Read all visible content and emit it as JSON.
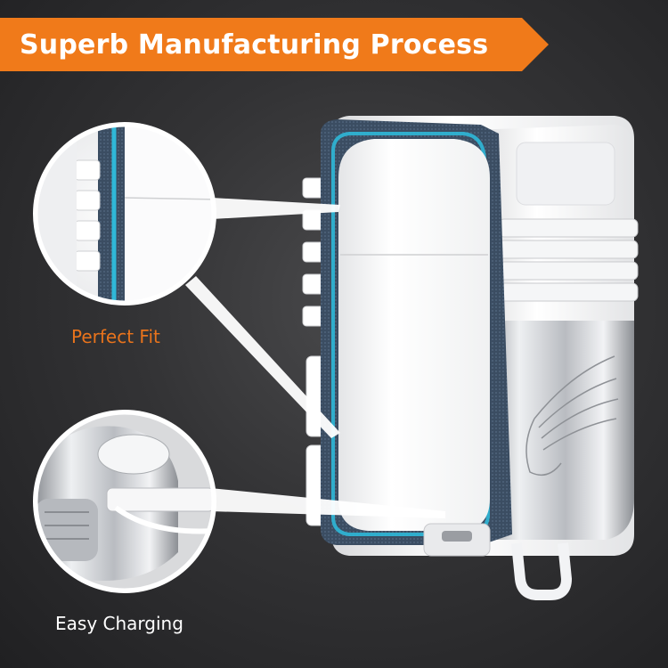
{
  "banner": {
    "title": "Superb Manufacturing Process"
  },
  "callouts": [
    {
      "label": "Perfect Fit"
    },
    {
      "label": "Easy Charging"
    }
  ],
  "colors": {
    "accent_orange": "#f07a1a",
    "label_orange": "#e8731c",
    "background": "#2a2a2c",
    "label_white": "#ffffff"
  }
}
